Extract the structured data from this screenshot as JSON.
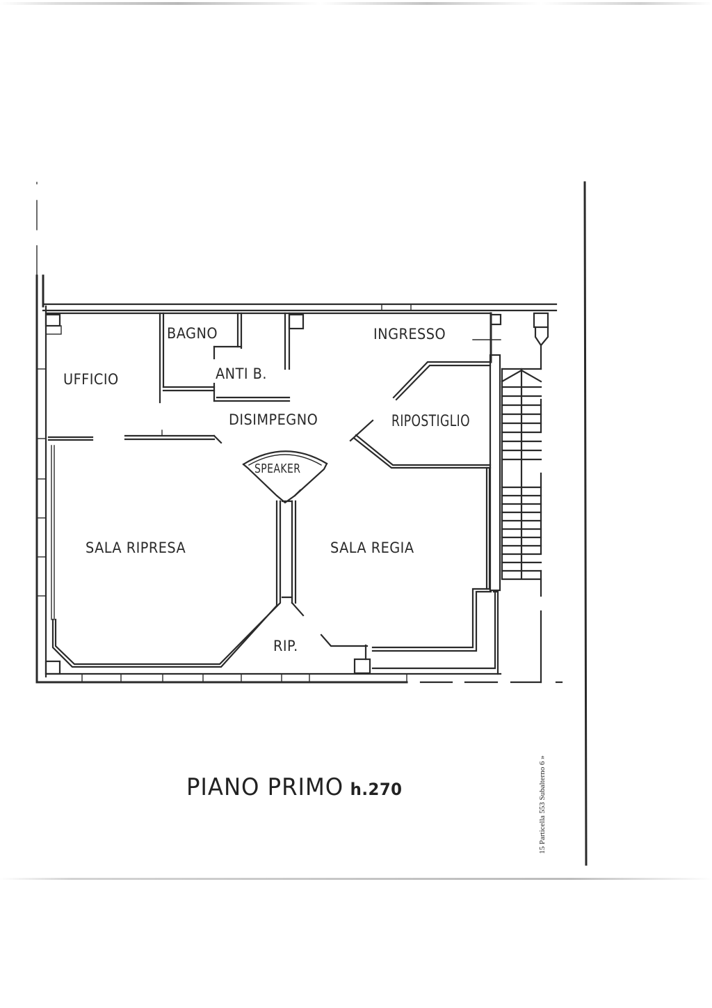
{
  "document": {
    "type": "floor-plan",
    "title": "PIANO PRIMO",
    "height_label": "h.270",
    "reference_note": "15 Particella 553 Subalterno 6 »"
  },
  "rooms": {
    "ufficio": "UFFICIO",
    "bagno": "BAGNO",
    "anti_bagno": "ANTI B.",
    "disimpegno": "DISIMPEGNO",
    "ingresso": "INGRESSO",
    "ripostiglio": "RIPOSTIGLIO",
    "speaker": "SPEAKER",
    "sala_ripresa": "SALA RIPRESA",
    "sala_regia": "SALA REGIA",
    "rip": "RIP."
  },
  "colors": {
    "ink": "#2a2a2a",
    "paper": "#ffffff"
  }
}
